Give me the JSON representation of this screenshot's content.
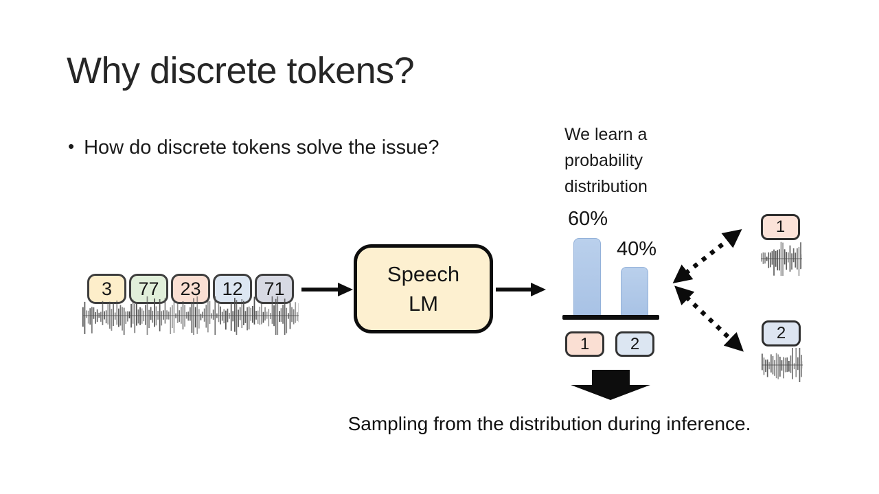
{
  "slide": {
    "title": "Why discrete tokens?",
    "bullet_marker": "•",
    "bullet_text": "How do discrete tokens solve the issue?",
    "note_lines": [
      "We learn a",
      "probability",
      "distribution"
    ],
    "caption": "Sampling from the distribution during inference."
  },
  "input_tokens": [
    {
      "label": "3",
      "color": "#fdeeca"
    },
    {
      "label": "77",
      "color": "#e1efda"
    },
    {
      "label": "23",
      "color": "#fadfd3"
    },
    {
      "label": "12",
      "color": "#dce6f2"
    },
    {
      "label": "71",
      "color": "#d7d9e3"
    }
  ],
  "model": {
    "lines": [
      "Speech",
      "LM"
    ],
    "fill_color": "#fdf0d0"
  },
  "chart_data": {
    "type": "bar",
    "categories": [
      "1",
      "2"
    ],
    "values": [
      60,
      40
    ],
    "value_labels": [
      "60%",
      "40%"
    ],
    "title": "",
    "xlabel": "",
    "ylabel": "",
    "ylim": [
      0,
      100
    ],
    "bar_color": "#adc5e7",
    "category_colors": [
      "#fadfd3",
      "#dce6f2"
    ],
    "grid": false,
    "legend": false
  },
  "outputs": [
    {
      "label": "1",
      "color": "#fbe2d8"
    },
    {
      "label": "2",
      "color": "#dde5f1"
    }
  ]
}
